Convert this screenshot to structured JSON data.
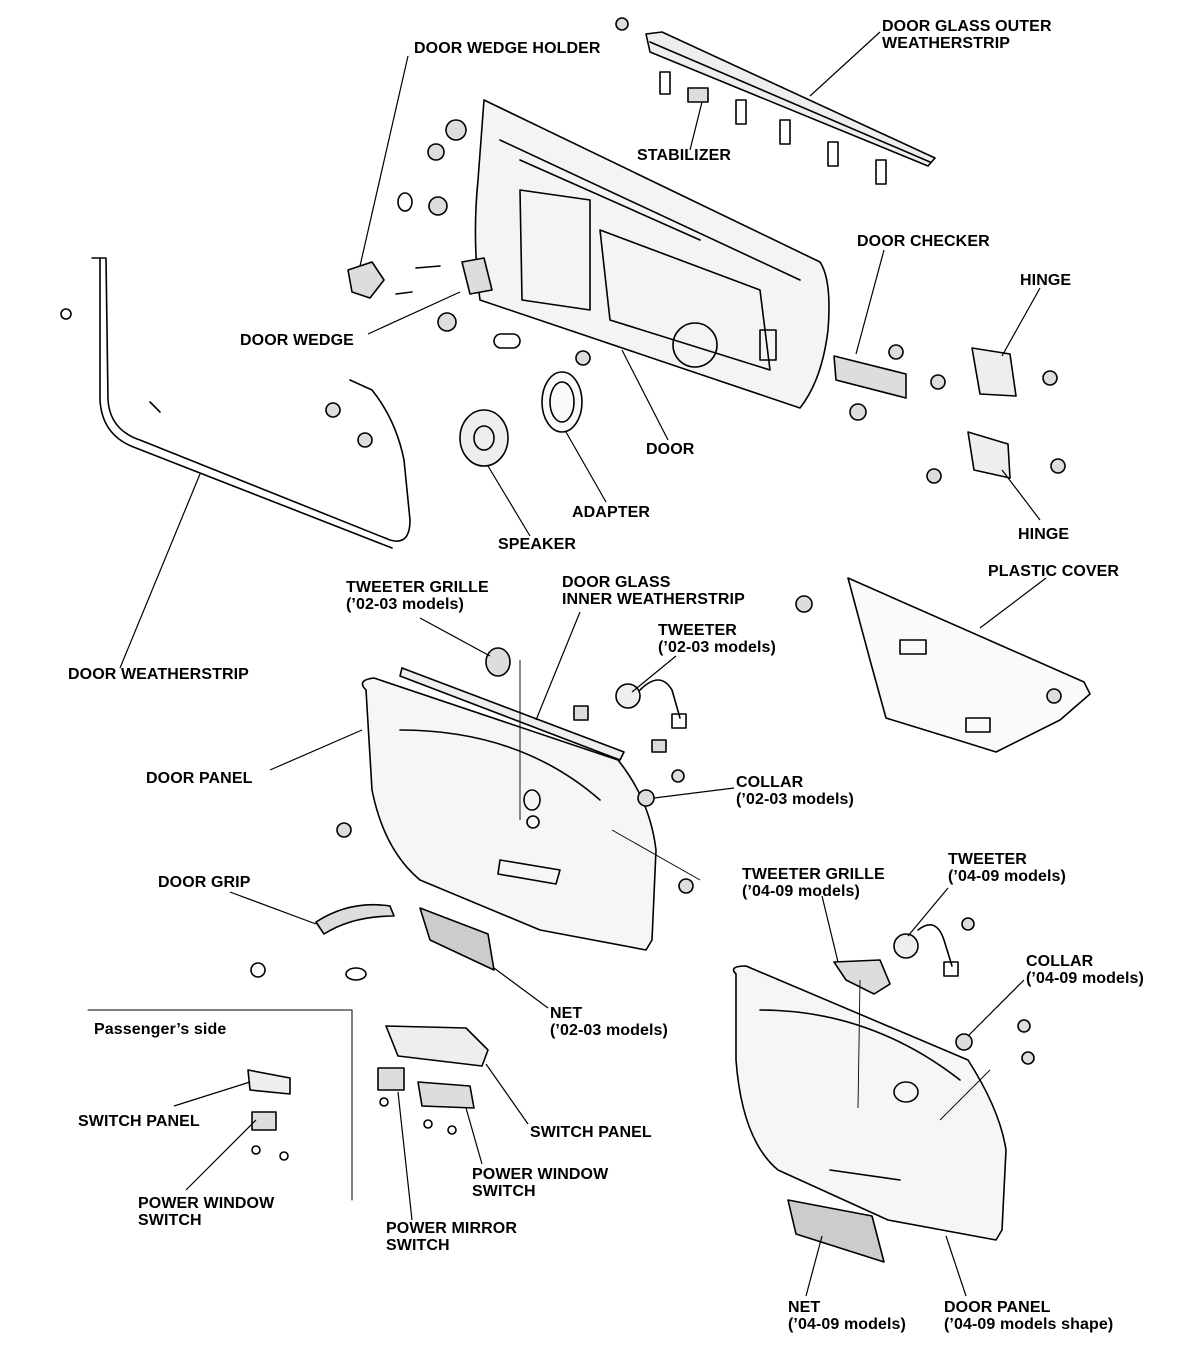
{
  "labels": {
    "door_glass_outer_weatherstrip": [
      "DOOR GLASS OUTER",
      "WEATHERSTRIP"
    ],
    "door_wedge_holder": "DOOR WEDGE HOLDER",
    "stabilizer": "STABILIZER",
    "door_checker": "DOOR CHECKER",
    "hinge_upper": "HINGE",
    "door_wedge": "DOOR WEDGE",
    "door": "DOOR",
    "adapter": "ADAPTER",
    "speaker": "SPEAKER",
    "hinge_lower": "HINGE",
    "tweeter_grille_0203": [
      "TWEETER GRILLE",
      "(’02-03 models)"
    ],
    "door_glass_inner_weatherstrip": [
      "DOOR GLASS",
      "INNER WEATHERSTRIP"
    ],
    "tweeter_0203": [
      "TWEETER",
      "(’02-03 models)"
    ],
    "plastic_cover": "PLASTIC COVER",
    "door_weatherstrip": "DOOR WEATHERSTRIP",
    "door_panel": "DOOR PANEL",
    "collar_0203": [
      "COLLAR",
      "(’02-03 models)"
    ],
    "door_grip": "DOOR GRIP",
    "tweeter_grille_0409": [
      "TWEETER GRILLE",
      "(’04-09 models)"
    ],
    "tweeter_0409": [
      "TWEETER",
      "(’04-09 models)"
    ],
    "collar_0409": [
      "COLLAR",
      "(’04-09 models)"
    ],
    "net_0203": [
      "NET",
      "(’02-03 models)"
    ],
    "passengers_side": "Passenger’s side",
    "switch_panel_passenger": "SWITCH PANEL",
    "switch_panel_driver": "SWITCH PANEL",
    "power_window_switch_passenger": [
      "POWER WINDOW",
      "SWITCH"
    ],
    "power_window_switch_driver": [
      "POWER WINDOW",
      "SWITCH"
    ],
    "power_mirror_switch": [
      "POWER MIRROR",
      "SWITCH"
    ],
    "net_0409": [
      "NET",
      "(’04-09 models)"
    ],
    "door_panel_0409": [
      "DOOR PANEL",
      "(’04-09 models shape)"
    ]
  },
  "colors": {
    "ink": "#000000",
    "paper": "#ffffff",
    "shade": "#cfcfcf"
  }
}
